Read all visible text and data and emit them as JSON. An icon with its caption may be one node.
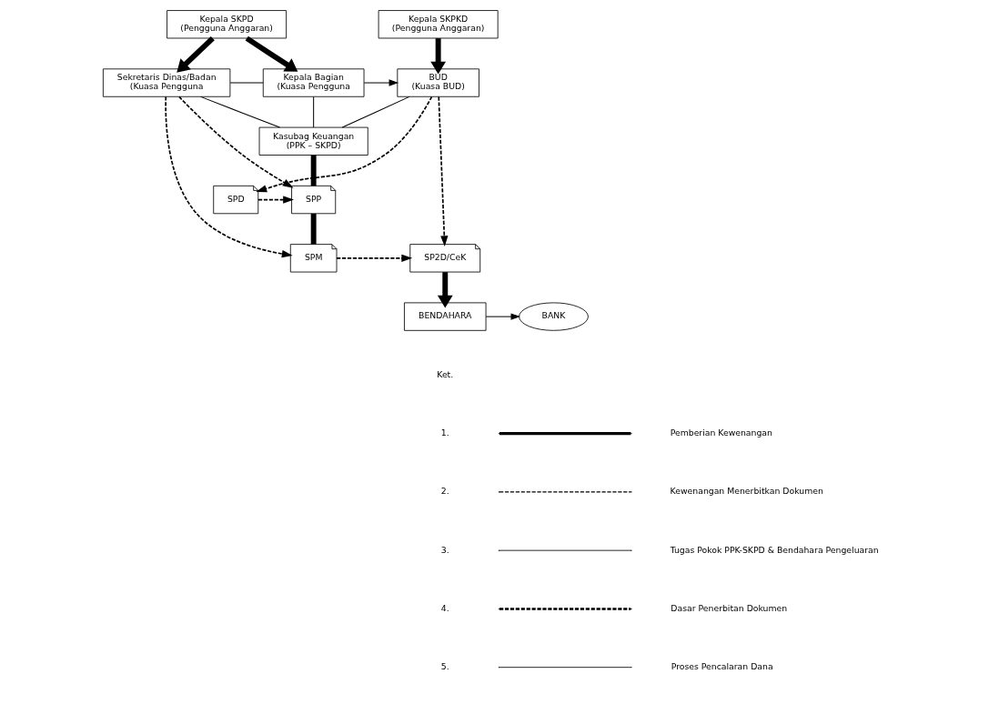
{
  "diagram": {
    "nodes": [
      {
        "text": [
          "Kepala SKPD",
          "(Pengguna Anggaran)"
        ]
      },
      {
        "text": [
          "Kepala SKPKD",
          "(Pengguna Anggaran)"
        ]
      },
      {
        "text": [
          "Sekretaris Dinas/Badan",
          "(Kuasa Pengguna"
        ]
      },
      {
        "text": [
          "Kepala Bagian",
          "(Kuasa Pengguna"
        ]
      },
      {
        "text": [
          "BUD",
          "(Kuasa BUD)"
        ]
      },
      {
        "text": [
          "Kasubag Keuangan",
          "(PPK – SKPD)"
        ]
      },
      {
        "text": [
          "SPP"
        ]
      },
      {
        "text": [
          "SPD"
        ]
      },
      {
        "text": [
          "SPM"
        ]
      },
      {
        "text": [
          "SP2D/CeK"
        ]
      },
      {
        "text": [
          "BENDAHARA"
        ]
      },
      {
        "text": [
          "BANK"
        ]
      }
    ],
    "edges": [
      {
        "from": 0,
        "to": 2,
        "arrow": "to",
        "style": "thick"
      },
      {
        "from": 0,
        "to": 3,
        "arrow": "to",
        "style": "thick"
      },
      {
        "from": 1,
        "to": 4,
        "arrow": "to",
        "style": "thick"
      },
      {
        "from": 2,
        "to": 3,
        "arrow": "none"
      },
      {
        "from": 3,
        "to": 4,
        "arrow": "to"
      },
      {
        "from": 2,
        "to": 5,
        "arrow": "none"
      },
      {
        "from": 3,
        "to": 5,
        "arrow": "none"
      },
      {
        "from": 4,
        "to": 5,
        "arrow": "none"
      },
      {
        "from": 5,
        "to": 6,
        "arrow": "none",
        "style": "thick"
      },
      {
        "from": 6,
        "to": 8,
        "arrow": "none",
        "style": "thick"
      },
      {
        "from": 2,
        "to": 6,
        "arrow": "to",
        "style": "dashed"
      },
      {
        "from": 2,
        "to": 8,
        "arrow": "to",
        "style": "dashed"
      },
      {
        "from": 4,
        "to": 7,
        "arrow": "to",
        "style": "dashed"
      },
      {
        "from": 4,
        "to": 9,
        "arrow": "to",
        "style": "dashed"
      },
      {
        "from": 7,
        "to": 6,
        "arrow": "to",
        "style": "dashed"
      },
      {
        "from": 8,
        "to": 9,
        "arrow": "to",
        "style": "dashed"
      },
      {
        "from": 9,
        "to": 10,
        "arrow": "to",
        "style": "thick"
      },
      {
        "from": 10,
        "to": 11,
        "arrow": "to"
      }
    ],
    "labels": [
      "Ket.",
      "1.",
      "2.",
      "3.",
      "4.",
      "5."
    ],
    "legend": [
      {
        "text": "Pemberian Kewenangan"
      },
      {
        "text": "Kewenangan Menerbitkan Dokumen"
      },
      {
        "text": "Tugas Pokok PPK-SKPD & Bendahara Pengeluaran"
      },
      {
        "text": "Dasar Penerbitan Dokumen"
      },
      {
        "text": "Proses Pencalaran Dana"
      }
    ]
  }
}
